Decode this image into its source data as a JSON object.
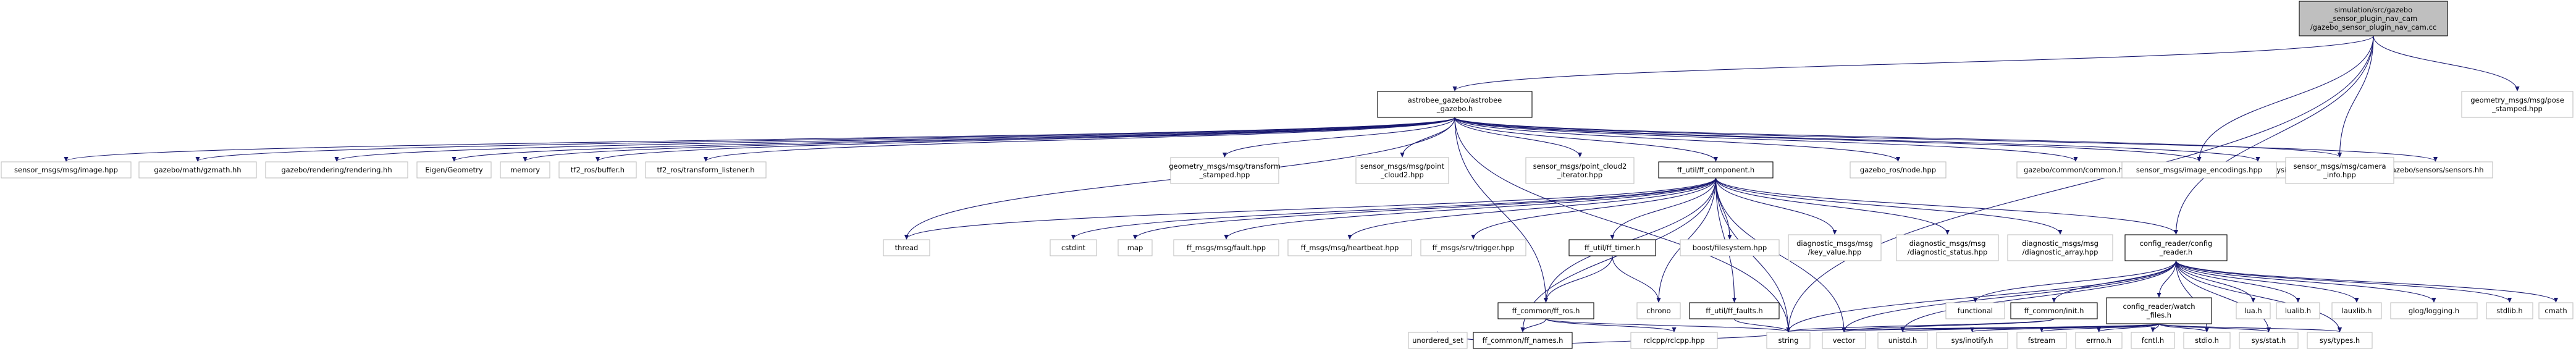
{
  "diagram": {
    "colors": {
      "edge": "#191970",
      "root_fill": "#bfbfbf",
      "box_border": "#000000",
      "external_border": "#bfbfbf"
    },
    "nodes": {
      "root": [
        "simulation/src/gazebo",
        "_sensor_plugin_nav_cam",
        "/gazebo_sensor_plugin_nav_cam.cc"
      ],
      "astrobee_gazebo": [
        "astrobee_gazebo/astrobee",
        "_gazebo.h"
      ],
      "geometry_pose_stamped": [
        "geometry_msgs/msg/pose",
        "_stamped.hpp"
      ],
      "sensor_image": [
        "sensor_msgs/msg/image.hpp"
      ],
      "gazebo_gzmath": [
        "gazebo/math/gzmath.hh"
      ],
      "gazebo_rendering": [
        "gazebo/rendering/rendering.hh"
      ],
      "eigen": [
        "Eigen/Geometry"
      ],
      "memory": [
        "memory"
      ],
      "tf2_buffer": [
        "tf2_ros/buffer.h"
      ],
      "tf2_listener": [
        "tf2_ros/transform_listener.h"
      ],
      "geometry_transform_stamped": [
        "geometry_msgs/msg/transform",
        "_stamped.hpp"
      ],
      "sensor_point_cloud2": [
        "sensor_msgs/msg/point",
        "_cloud2.hpp"
      ],
      "sensor_pc2_iterator": [
        "sensor_msgs/point_cloud2",
        "_iterator.hpp"
      ],
      "ff_component": [
        "ff_util/ff_component.h"
      ],
      "gazebo_ros_node": [
        "gazebo_ros/node.hpp"
      ],
      "gazebo_common": [
        "gazebo/common/common.hh"
      ],
      "gazebo_physics": [
        "gazebo/physics/physics.hh"
      ],
      "gazebo_sensors": [
        "gazebo/sensors/sensors.hh"
      ],
      "sensor_image_encodings": [
        "sensor_msgs/image_encodings.hpp"
      ],
      "sensor_camera_info": [
        "sensor_msgs/msg/camera",
        "_info.hpp"
      ],
      "thread": [
        "thread"
      ],
      "cstdint": [
        "cstdint"
      ],
      "map": [
        "map"
      ],
      "ff_fault": [
        "ff_msgs/msg/fault.hpp"
      ],
      "ff_heartbeat": [
        "ff_msgs/msg/heartbeat.hpp"
      ],
      "ff_trigger": [
        "ff_msgs/srv/trigger.hpp"
      ],
      "ff_timer": [
        "ff_util/ff_timer.h"
      ],
      "boost_filesystem": [
        "boost/filesystem.hpp"
      ],
      "diag_key_value": [
        "diagnostic_msgs/msg",
        "/key_value.hpp"
      ],
      "diag_status": [
        "diagnostic_msgs/msg",
        "/diagnostic_status.hpp"
      ],
      "diag_array": [
        "diagnostic_msgs/msg",
        "/diagnostic_array.hpp"
      ],
      "config_reader": [
        "config_reader/config",
        "_reader.h"
      ],
      "chrono": [
        "chrono"
      ],
      "ff_faults": [
        "ff_util/ff_faults.h"
      ],
      "ff_ros": [
        "ff_common/ff_ros.h"
      ],
      "ff_names": [
        "ff_common/ff_names.h"
      ],
      "rclcpp": [
        "rclcpp/rclcpp.hpp"
      ],
      "unordered_set": [
        "unordered_set"
      ],
      "string": [
        "string"
      ],
      "functional": [
        "functional"
      ],
      "ff_init": [
        "ff_common/init.h"
      ],
      "watch_files": [
        "config_reader/watch",
        "_files.h"
      ],
      "lua": [
        "lua.h"
      ],
      "lualib": [
        "lualib.h"
      ],
      "lauxlib": [
        "lauxlib.h"
      ],
      "glog": [
        "glog/logging.h"
      ],
      "stdlib": [
        "stdlib.h"
      ],
      "cmath": [
        "cmath"
      ],
      "vector": [
        "vector"
      ],
      "unistd": [
        "unistd.h"
      ],
      "sys_inotify": [
        "sys/inotify.h"
      ],
      "fstream": [
        "fstream"
      ],
      "errno": [
        "errno.h"
      ],
      "fcntl": [
        "fcntl.h"
      ],
      "stdio": [
        "stdio.h"
      ],
      "sys_stat": [
        "sys/stat.h"
      ],
      "sys_types": [
        "sys/types.h"
      ]
    }
  }
}
